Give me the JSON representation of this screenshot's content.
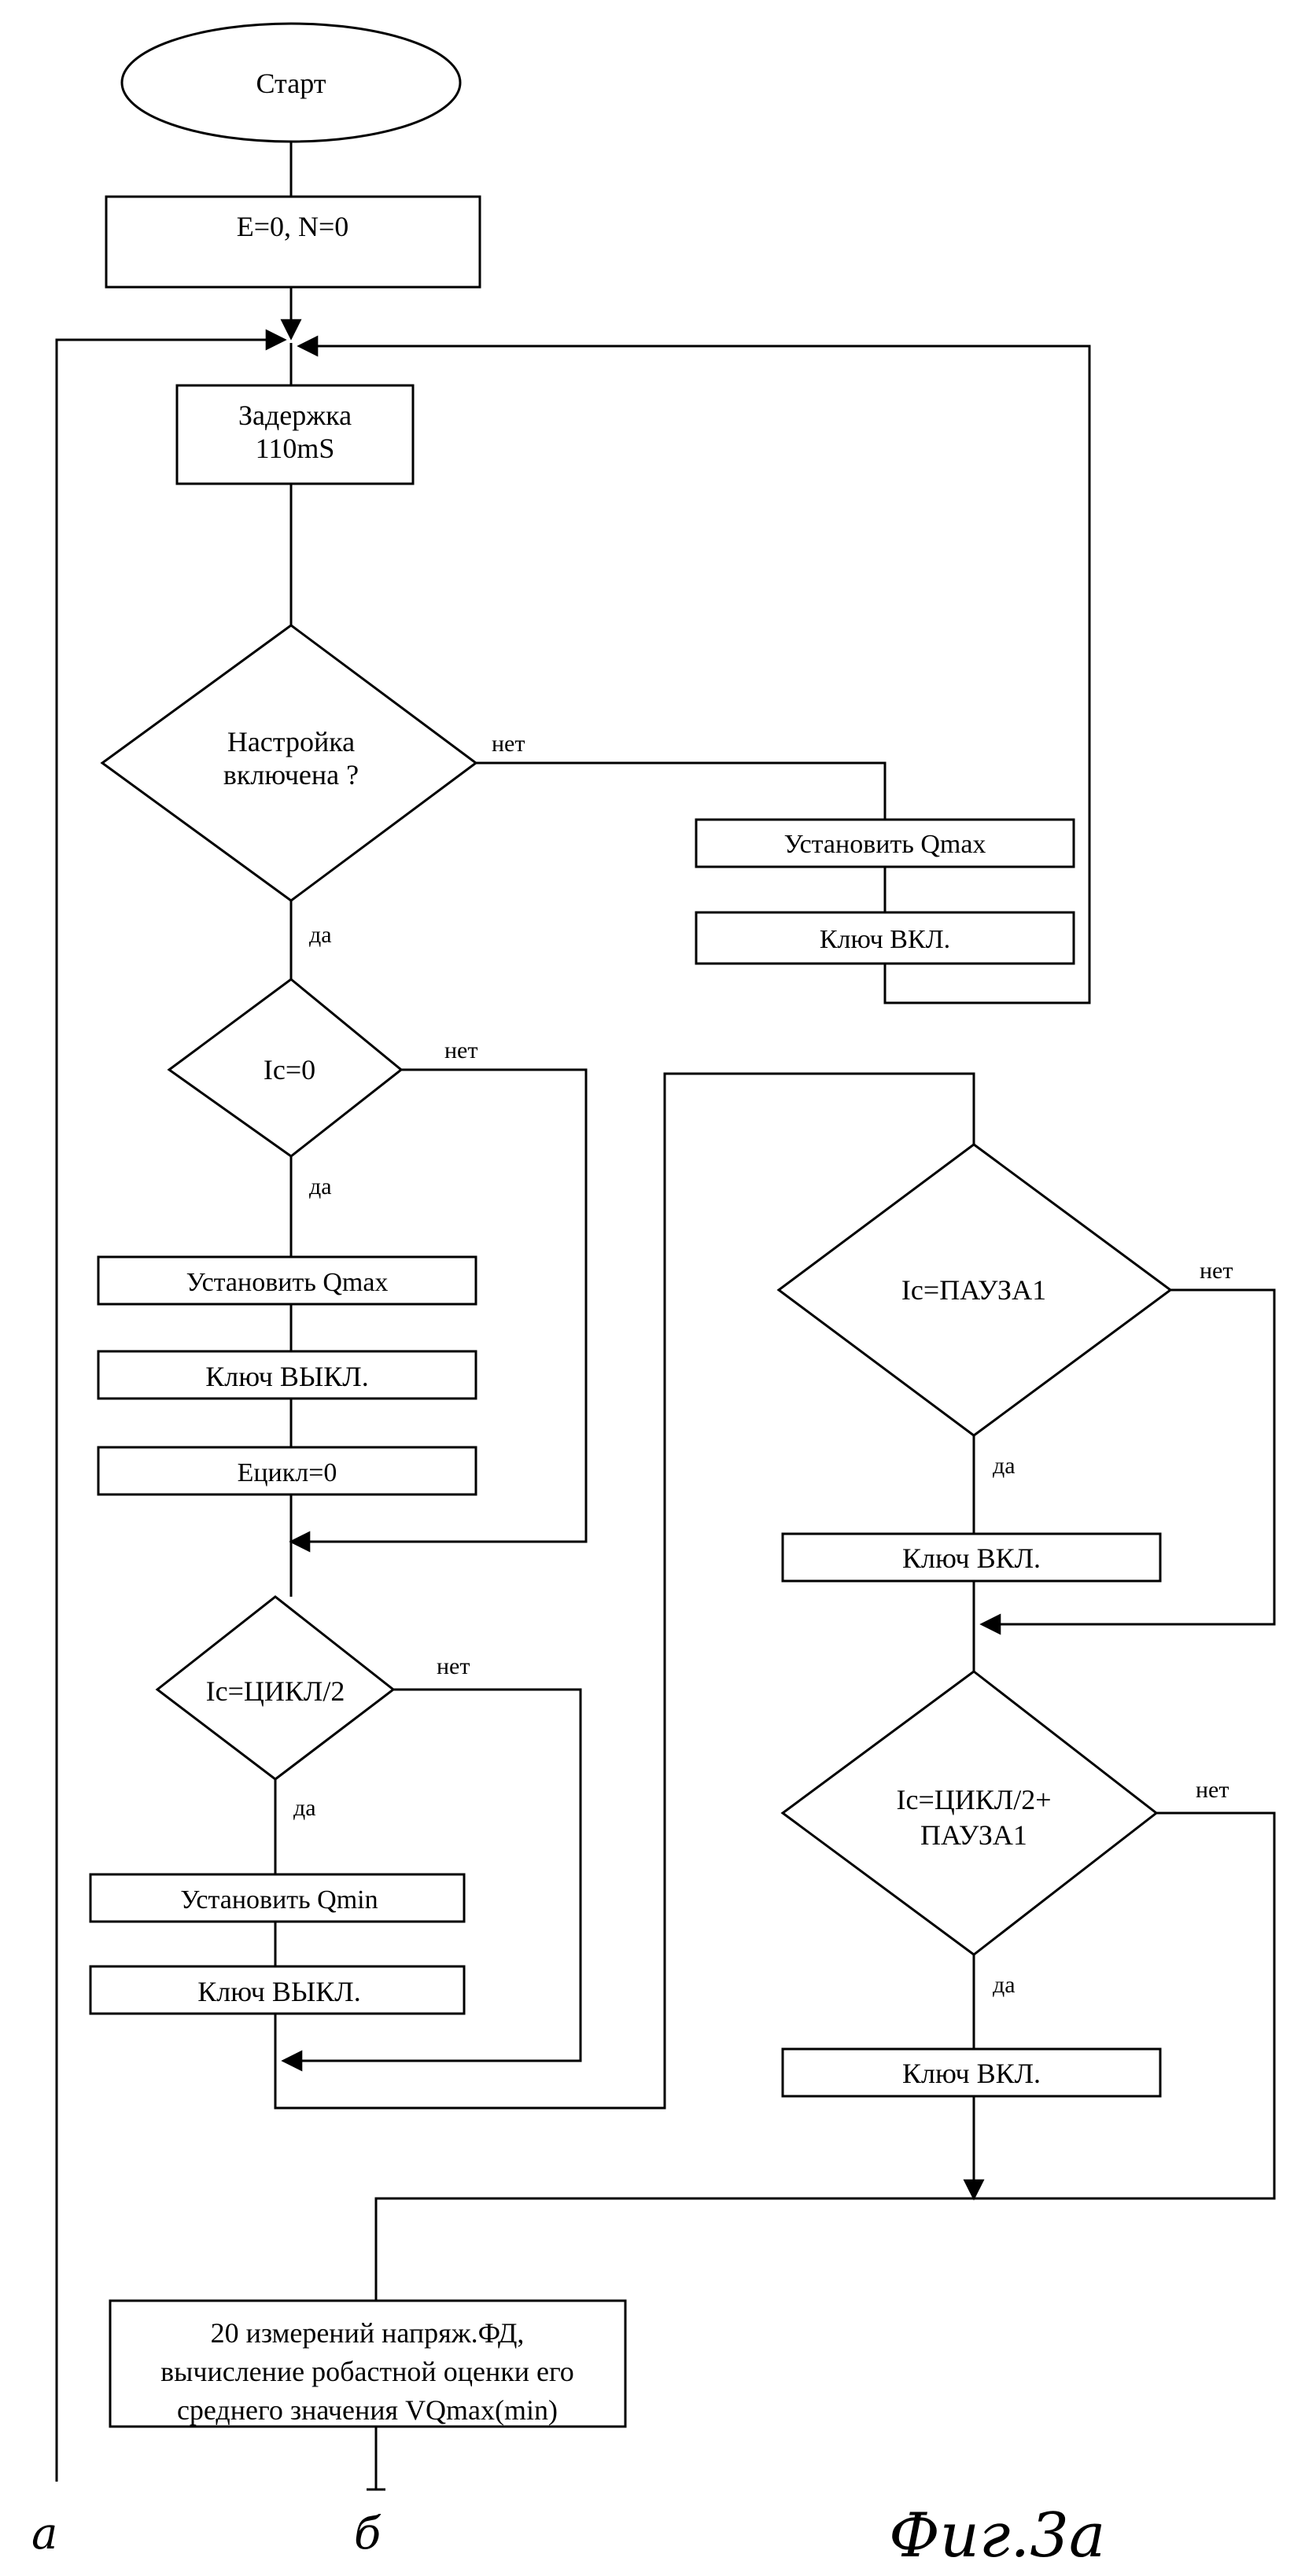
{
  "start": "Старт",
  "init": "E=0, N=0",
  "delay": [
    "Задержка",
    "110mS"
  ],
  "tuning_check": [
    "Настройка",
    "включена ?"
  ],
  "set_qmax": "Установить Qmax",
  "key_on": "Ключ ВКЛ.",
  "key_off": "Ключ ВЫКЛ.",
  "ic_zero": "Ic=0",
  "e_cycle": "Ецикл=0",
  "ic_half": "Ic=ЦИКЛ/2",
  "set_qmin": "Установить Qmin",
  "ic_pause": "Ic=ПАУЗА1",
  "ic_half_pause": [
    "Ic=ЦИКЛ/2+",
    "ПАУЗА1"
  ],
  "measure": [
    "20 измерений напряж.ФД,",
    "вычисление робастной оценки его",
    "среднего значения VQmax(min)"
  ],
  "yes": "да",
  "no": "нет",
  "connector_a": "а",
  "connector_b": "б",
  "figure_label": "Фиг.3а"
}
